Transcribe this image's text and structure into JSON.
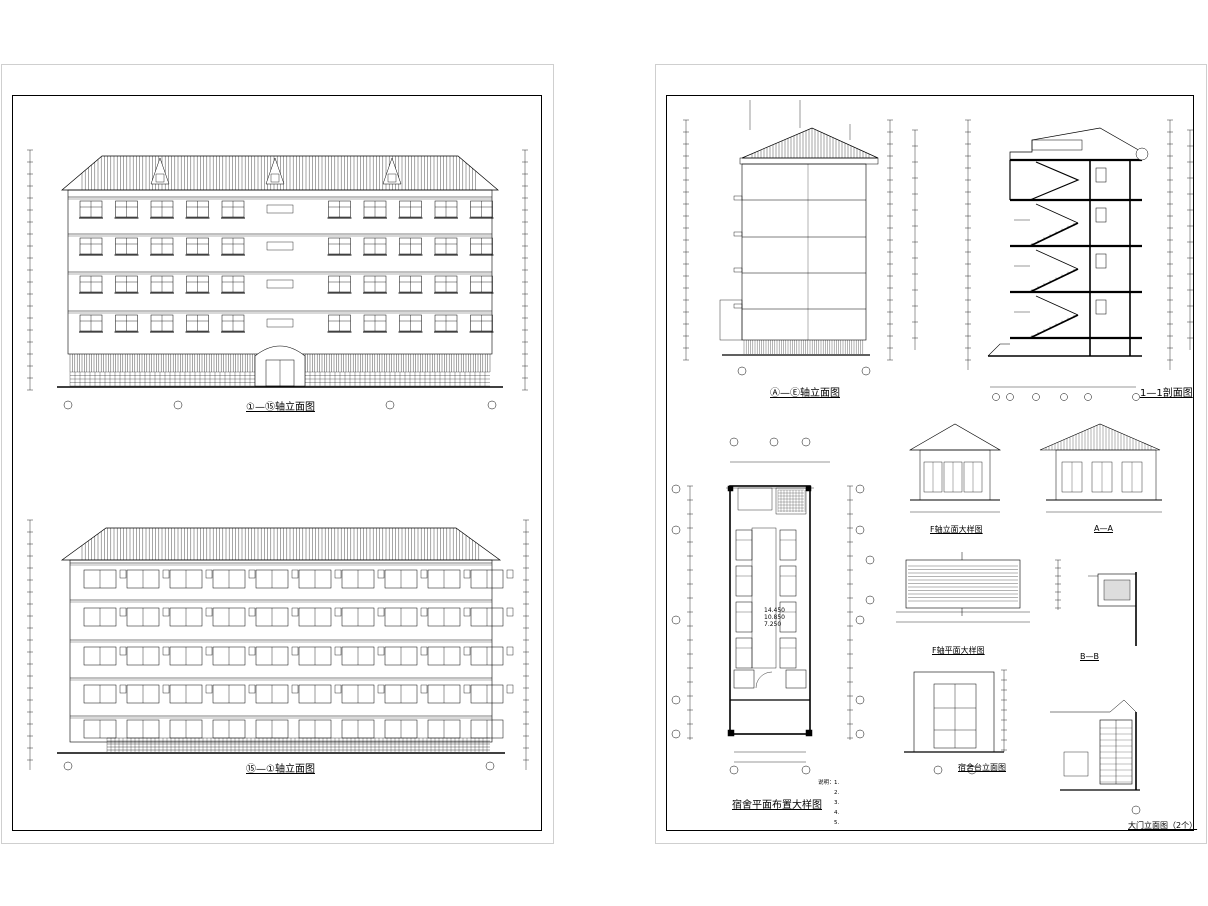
{
  "sheet_left": {
    "drawing_1": {
      "title": "①—⑮轴立面图"
    },
    "drawing_2": {
      "title": "⑮—①轴立面图"
    }
  },
  "sheet_right": {
    "drawing_3": {
      "title": "Ⓐ—Ⓔ轴立面图"
    },
    "drawing_4": {
      "title": "1—1剖面图"
    },
    "drawing_5": {
      "title": "宿舍平面布置大样图"
    },
    "drawing_6": {
      "title": "F轴立面大样图"
    },
    "drawing_7": {
      "title": "A—A"
    },
    "drawing_8": {
      "title": "F轴平面大样图"
    },
    "drawing_9": {
      "title": "B—B"
    },
    "drawing_10": {
      "title": "宿舍台立面图"
    },
    "drawing_11": {
      "title": "大门立面图（2个）"
    },
    "room_label": {
      "line1": "14.450",
      "line2": "10.850",
      "line3": "7.250"
    },
    "notes": {
      "heading": "说明：",
      "lines": [
        "1.",
        "2.",
        "3.",
        "4.",
        "5."
      ]
    }
  }
}
